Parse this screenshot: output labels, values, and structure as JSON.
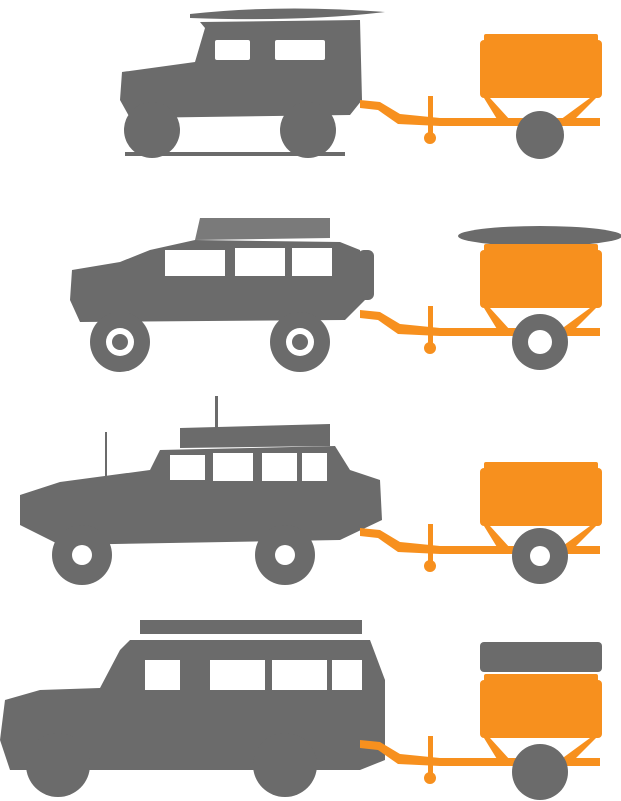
{
  "colors": {
    "vehicle": "#6b6b6b",
    "trailer": "#f7901e",
    "background": "#ffffff",
    "wheel_detail": "#ffffff"
  },
  "rows": [
    {
      "vehicle": "short-wheelbase-4x4-with-surfboard",
      "trailer": "trailer-with-cargo-box"
    },
    {
      "vehicle": "suv-with-roof-rack-and-bull-bar",
      "trailer": "trailer-with-cargo-box-and-roof-tent"
    },
    {
      "vehicle": "land-cruiser-with-snorkel-and-roof-rack",
      "trailer": "trailer-with-cargo-box"
    },
    {
      "vehicle": "defender-110-with-roof-rack",
      "trailer": "trailer-with-cargo-box-and-hard-shell-tent"
    }
  ]
}
